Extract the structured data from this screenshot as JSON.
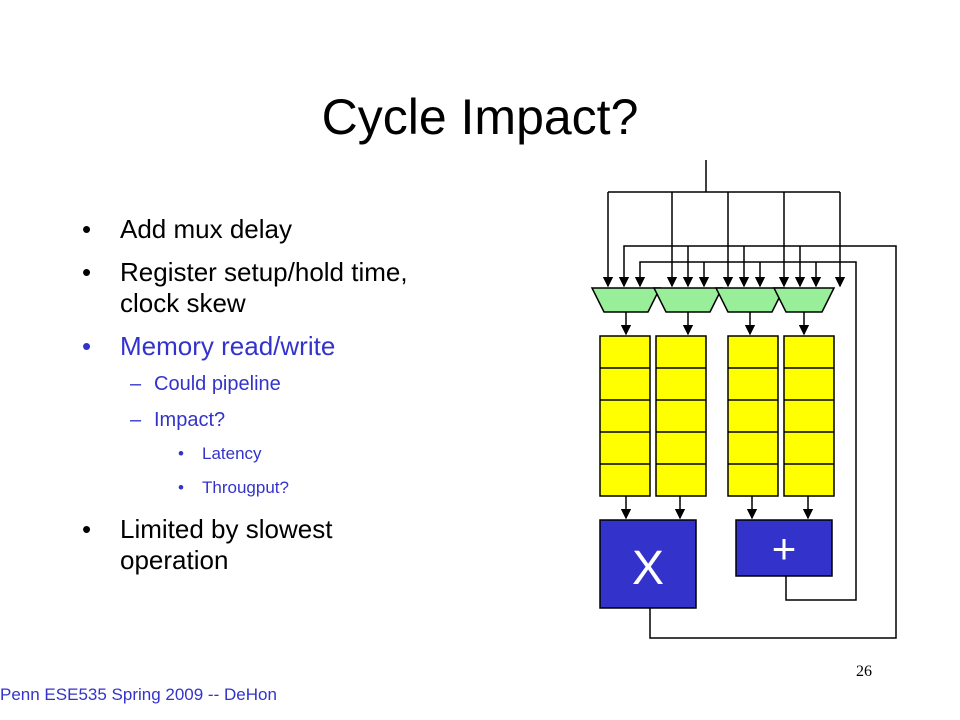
{
  "slide": {
    "title": "Cycle Impact?",
    "bullets": [
      {
        "text": "Add mux delay"
      },
      {
        "text": "Register setup/hold time, clock skew"
      },
      {
        "text": "Memory read/write"
      },
      {
        "text": "Could pipeline"
      },
      {
        "text": "Impact?"
      },
      {
        "text": "Latency"
      },
      {
        "text": "Througput?"
      },
      {
        "text": "Limited by slowest operation"
      }
    ],
    "footer": "Penn ESE535 Spring 2009 -- DeHon",
    "page_number": "26"
  },
  "diagram": {
    "multiply_label": "X",
    "add_label": "+",
    "colors": {
      "mux": "#99ee99",
      "memory": "#ffff00",
      "functional_unit": "#3333cc",
      "wire": "#000000"
    }
  }
}
